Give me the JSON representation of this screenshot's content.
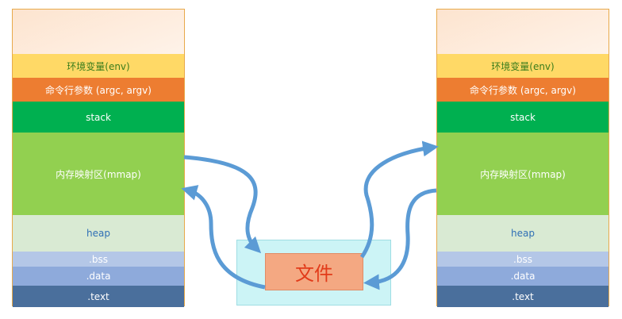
{
  "left_stack": {
    "segments": {
      "env": "环境变量(env)",
      "args": "命令行参数 (argc, argv)",
      "stack": "stack",
      "mmap": "内存映射区(mmap)",
      "heap": "heap",
      "bss": ".bss",
      "data": ".data",
      "text": ".text"
    }
  },
  "right_stack": {
    "segments": {
      "env": "环境变量(env)",
      "args": "命令行参数 (argc, argv)",
      "stack": "stack",
      "mmap": "内存映射区(mmap)",
      "heap": "heap",
      "bss": ".bss",
      "data": ".data",
      "text": ".text"
    }
  },
  "file": {
    "label": "文件"
  },
  "colors": {
    "env": "#ffd966",
    "args": "#ed7d31",
    "stack": "#00b050",
    "mmap": "#92d050",
    "heap": "#d9ead3",
    "bss": "#b4c7e7",
    "data": "#8eaadb",
    "text": "#4a6f9c",
    "file_box": "#ccf4f6",
    "file_inner": "#f4a882",
    "arrow": "#5b9bd5"
  }
}
